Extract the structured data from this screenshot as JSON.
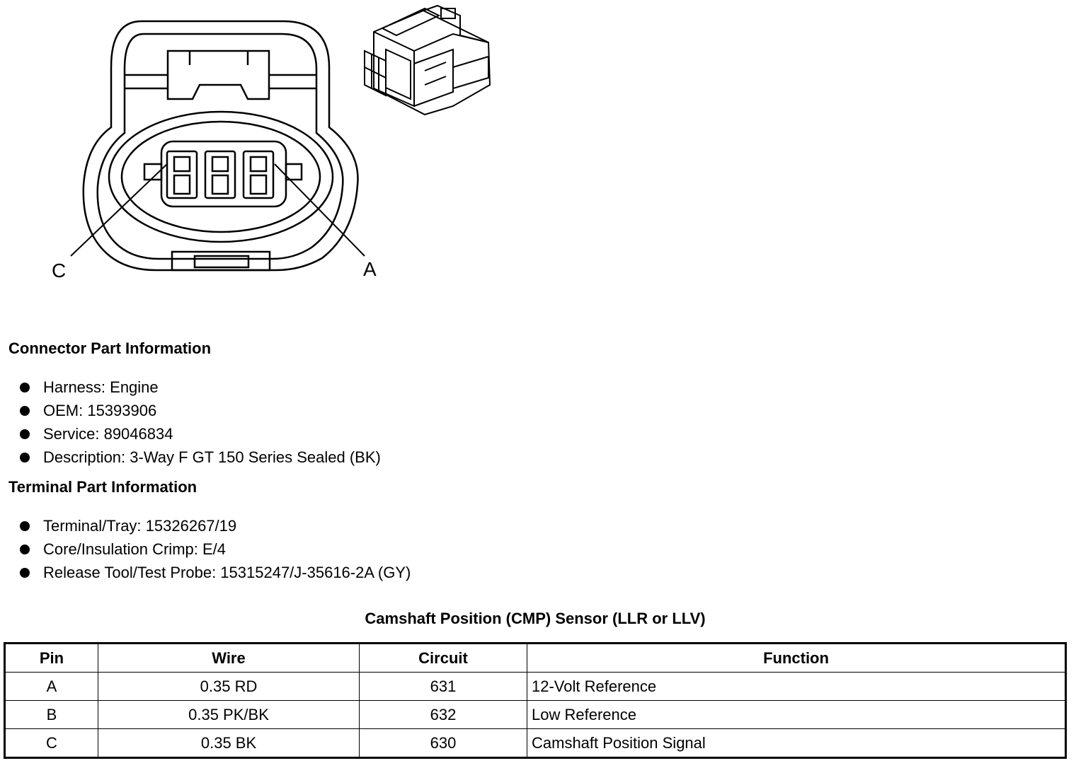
{
  "diagram": {
    "pin_labels": {
      "left": "C",
      "right": "A"
    }
  },
  "connector_part_information": {
    "title": "Connector Part Information",
    "items": [
      "Harness: Engine",
      "OEM: 15393906",
      "Service: 89046834",
      "Description: 3-Way F GT 150 Series Sealed (BK)"
    ]
  },
  "terminal_part_information": {
    "title": "Terminal Part Information",
    "items": [
      "Terminal/Tray: 15326267/19",
      "Core/Insulation Crimp: E/4",
      "Release Tool/Test Probe: 15315247/J-35616-2A (GY)"
    ]
  },
  "pin_table": {
    "title": "Camshaft Position (CMP) Sensor (LLR or LLV)",
    "headers": [
      "Pin",
      "Wire",
      "Circuit",
      "Function"
    ],
    "rows": [
      [
        "A",
        "0.35 RD",
        "631",
        "12-Volt Reference"
      ],
      [
        "B",
        "0.35 PK/BK",
        "632",
        "Low Reference"
      ],
      [
        "C",
        "0.35 BK",
        "630",
        "Camshaft Position Signal"
      ]
    ]
  }
}
